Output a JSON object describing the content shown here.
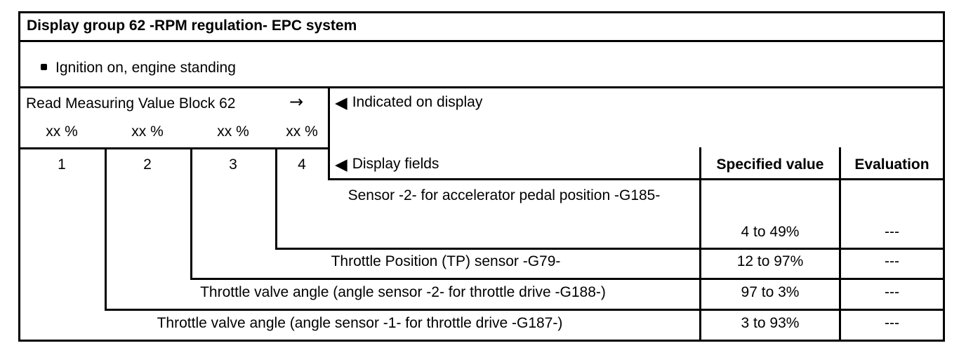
{
  "colors": {
    "ink": "#000000",
    "background": "#ffffff"
  },
  "title": "Display group 62 -RPM regulation- EPC system",
  "note": {
    "text": "Ignition on, engine standing"
  },
  "measuring_block": {
    "label": "Read Measuring Value Block 62",
    "arrow": "→",
    "display_values": [
      "xx %",
      "xx %",
      "xx %",
      "xx %"
    ],
    "field_numbers": [
      "1",
      "2",
      "3",
      "4"
    ]
  },
  "annotations": {
    "triangle": "◀",
    "indicated_on_display": "Indicated on display",
    "display_fields": "Display fields"
  },
  "columns": {
    "specified_value": "Specified value",
    "evaluation": "Evaluation"
  },
  "rows": [
    {
      "field": "4",
      "description": "Sensor -2- for accelerator pedal position -G185-",
      "specified_value": "4 to 49%",
      "evaluation": "---"
    },
    {
      "field": "3",
      "description": "Throttle Position (TP) sensor -G79-",
      "specified_value": "12 to 97%",
      "evaluation": "---"
    },
    {
      "field": "2",
      "description": "Throttle valve angle (angle sensor -2- for throttle drive -G188-)",
      "specified_value": "97 to 3%",
      "evaluation": "---"
    },
    {
      "field": "1",
      "description": "Throttle valve angle (angle sensor -1- for throttle drive -G187-)",
      "specified_value": "3 to 93%",
      "evaluation": "---"
    }
  ]
}
